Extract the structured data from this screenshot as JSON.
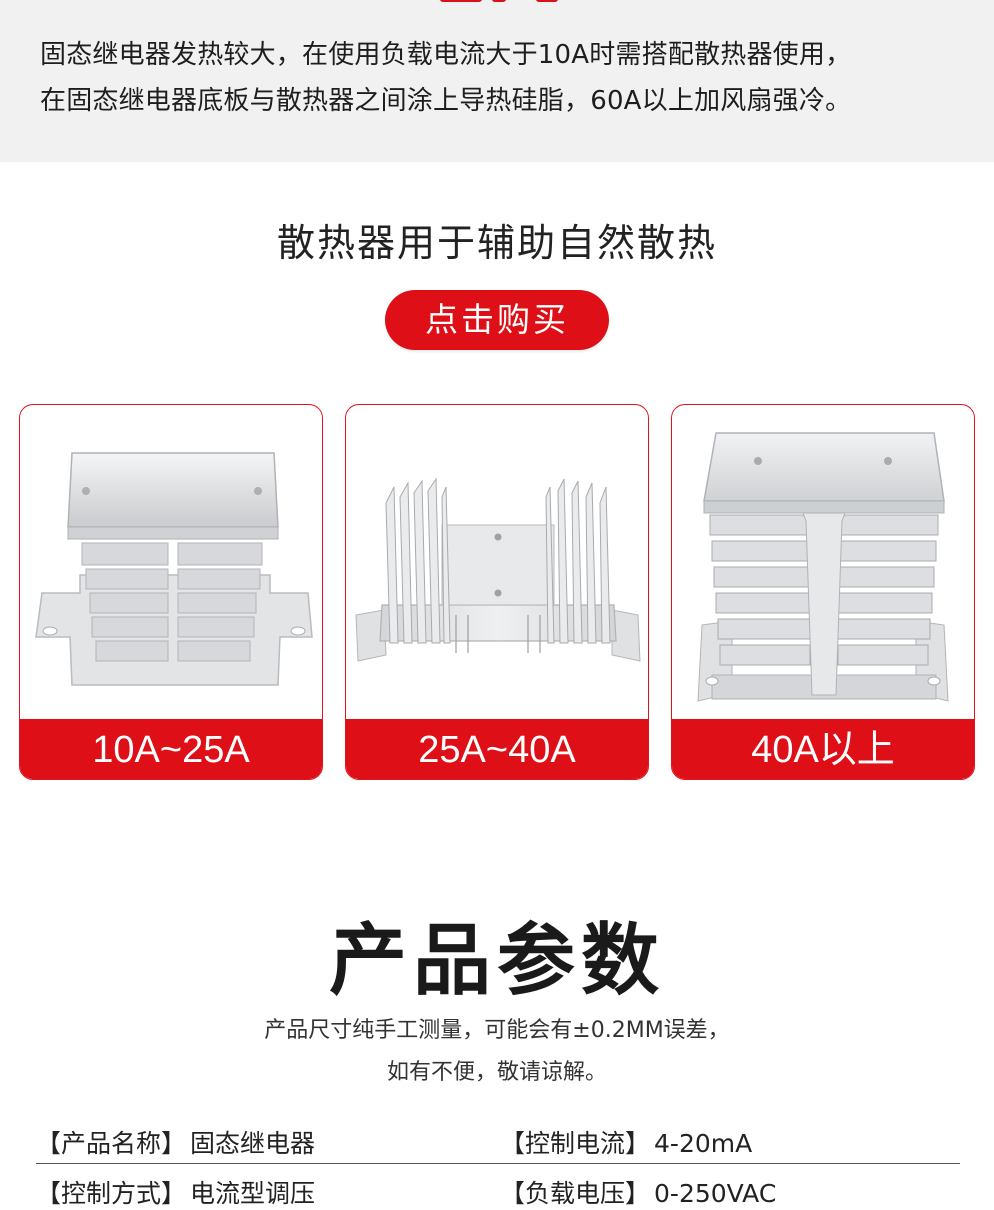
{
  "notice": {
    "line1": "固态继电器发热较大，在使用负载电流大于10A时需搭配散热器使用，",
    "line2": "在固态继电器底板与散热器之间涂上导热硅脂，60A以上加风扇强冷。"
  },
  "heatsink": {
    "subtitle": "散热器用于辅助自然散热",
    "buy_label": "点击购买",
    "cards": [
      {
        "label": "10A~25A",
        "icon": "heatsink-small-icon"
      },
      {
        "label": "25A~40A",
        "icon": "heatsink-finned-icon"
      },
      {
        "label": "40A以上",
        "icon": "heatsink-large-icon"
      }
    ]
  },
  "params": {
    "title": "产品参数",
    "note_line1": "产品尺寸纯手工测量，可能会有±0.2MM误差，",
    "note_line2": "如有不便，敬请谅解。",
    "rows": [
      {
        "k1": "【产品名称】",
        "v1": "固态继电器",
        "k2": "【控制电流】",
        "v2": "4-20mA"
      },
      {
        "k1": "【控制方式】",
        "v1": "电流型调压",
        "k2": "【负载电压】",
        "v2": "0-250VAC"
      }
    ]
  },
  "colors": {
    "accent": "#de0f16",
    "band": "#f1f1f1"
  }
}
